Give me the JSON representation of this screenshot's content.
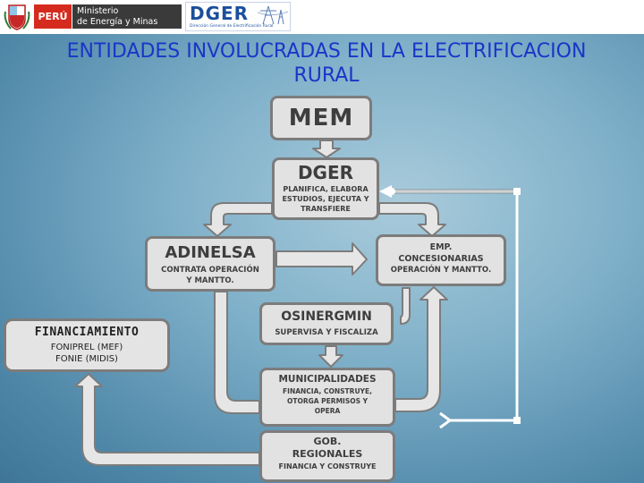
{
  "header": {
    "peru_label": "PERÚ",
    "ministry_line1": "Ministerio",
    "ministry_line2": "de Energía y Minas",
    "dger_logo": "DGER",
    "dger_tagline": "Dirección General de Electrificación Rural"
  },
  "title": {
    "line1": "ENTIDADES INVOLUCRADAS EN LA ELECTRIFICACION",
    "line2": "RURAL"
  },
  "nodes": {
    "mem": {
      "title": "MEM"
    },
    "dger": {
      "title": "DGER",
      "line1": "PLANIFICA, ELABORA",
      "line2": "ESTUDIOS, EJECUTA Y",
      "line3": "TRANSFIERE"
    },
    "adinelsa": {
      "title": "ADINELSA",
      "line1": "CONTRATA OPERACIÓN",
      "line2": "Y MANTTO."
    },
    "concesionarias": {
      "title1": "EMP.",
      "title2": "CONCESIONARIAS",
      "line1": "OPERACIÓN Y MANTTO."
    },
    "osinergmin": {
      "title": "OSINERGMIN",
      "line1": "SUPERVISA Y FISCALIZA"
    },
    "municipalidades": {
      "title": "MUNICIPALIDADES",
      "line1": "FINANCIA, CONSTRUYE,",
      "line2": "OTORGA PERMISOS Y",
      "line3": "OPERA"
    },
    "regionales": {
      "title1": "GOB.",
      "title2": "REGIONALES",
      "line1": "FINANCIA Y CONSTRUYE"
    },
    "financiamiento": {
      "title": "FINANCIAMIENTO",
      "line1": "FONIPREL (MEF)",
      "line2": "FONIE (MIDIS)"
    }
  },
  "colors": {
    "title_text": "#1a35c9",
    "arrow_fill": "#e6e6e6",
    "arrow_stroke": "#7c7c7c",
    "box_fill": "#e2e2e2",
    "peru_red": "#d52b1e",
    "dger_blue": "#1b4f9c"
  }
}
